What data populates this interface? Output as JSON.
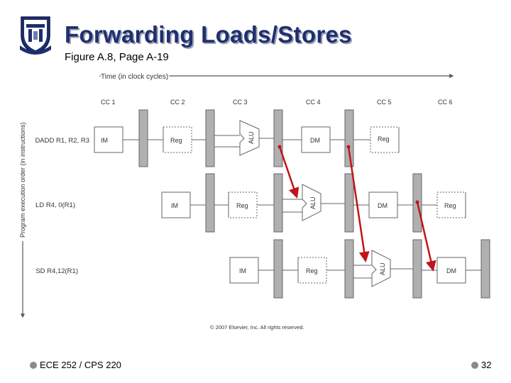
{
  "slide": {
    "title": "Forwarding Loads/Stores",
    "subtitle": "Figure A.8, Page A-19",
    "footer_left": "ECE 252 / CPS 220",
    "page_number": "32"
  },
  "figure": {
    "time_axis_label": "Time (in clock cycles)",
    "order_axis_label": "Program execution order (in instructions)",
    "cycles": [
      "CC 1",
      "CC 2",
      "CC 3",
      "CC 4",
      "CC 5",
      "CC 6"
    ],
    "instructions": [
      "DADD R1, R2, R3",
      "LD R4, 0(R1)",
      "SD R4,12(R1)"
    ],
    "stage_labels": {
      "im": "IM",
      "reg": "Reg",
      "alu": "ALU",
      "dm": "DM"
    },
    "copyright": "© 2007 Elsevier, Inc. All rights reserved.",
    "colors": {
      "forward_arrow": "#c0141b",
      "latch": "#b0b0b0",
      "title": "#1f2f6e"
    }
  }
}
